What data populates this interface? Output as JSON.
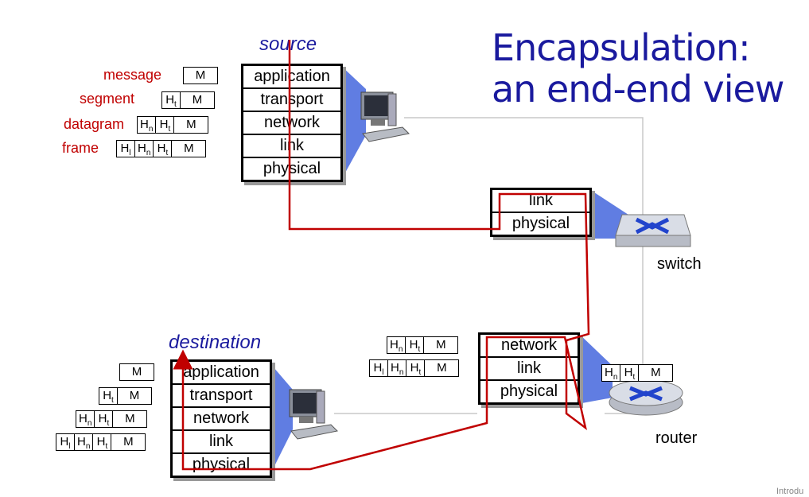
{
  "title": "Encapsulation: an end-end view",
  "source": {
    "label": "source",
    "layers": [
      "application",
      "transport",
      "network",
      "link",
      "physical"
    ]
  },
  "destination": {
    "label": "destination",
    "layers": [
      "application",
      "transport",
      "network",
      "link",
      "physical"
    ]
  },
  "switch": {
    "label": "switch",
    "layers": [
      "link",
      "physical"
    ]
  },
  "router": {
    "label": "router",
    "layers": [
      "network",
      "link",
      "physical"
    ]
  },
  "pdu_labels": [
    "message",
    "segment",
    "datagram",
    "frame"
  ],
  "headers": {
    "t": "H",
    "t_sub": "t",
    "n": "H",
    "n_sub": "n",
    "l": "H",
    "l_sub": "l",
    "m": "M"
  },
  "colors": {
    "title": "#1a1a9e",
    "pdu_label": "#c00000",
    "path": "#c00000"
  },
  "footer": "Introdu"
}
